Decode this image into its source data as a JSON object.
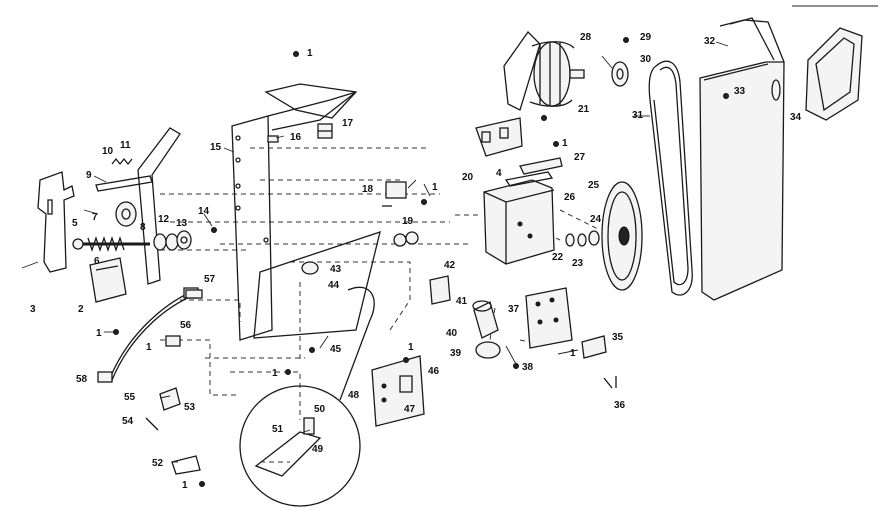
{
  "callouts": [
    "1",
    "2",
    "3",
    "4",
    "5",
    "6",
    "7",
    "8",
    "9",
    "10",
    "11",
    "12",
    "13",
    "14",
    "15",
    "16",
    "17",
    "18",
    "19",
    "20",
    "21",
    "22",
    "23",
    "24",
    "25",
    "26",
    "27",
    "28",
    "29",
    "30",
    "31",
    "32",
    "33",
    "34",
    "35",
    "36",
    "37",
    "38",
    "39",
    "40",
    "41",
    "42",
    "43",
    "44",
    "45",
    "46",
    "47",
    "48",
    "49",
    "50",
    "51",
    "52",
    "53",
    "54",
    "55",
    "56",
    "57",
    "58"
  ]
}
